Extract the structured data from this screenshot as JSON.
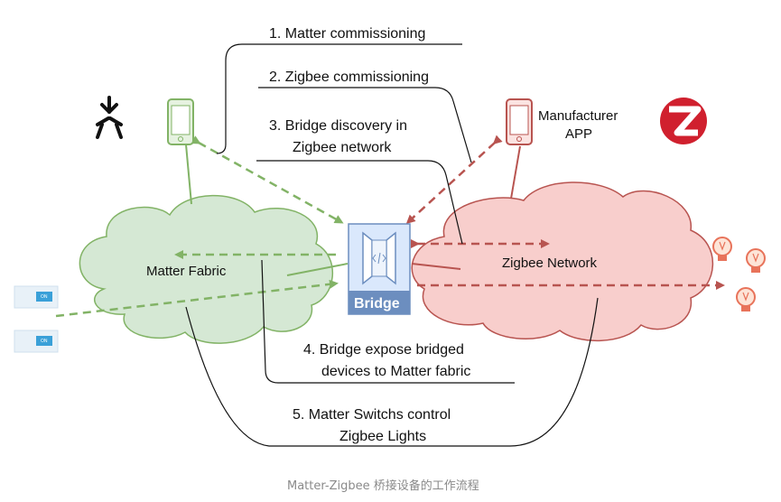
{
  "steps": {
    "s1": "1. Matter commissioning",
    "s2": "2. Zigbee commissioning",
    "s3_line1": "3. Bridge discovery in",
    "s3_line2": "Zigbee network",
    "s4_line1": "4. Bridge expose bridged",
    "s4_line2": "devices to Matter fabric",
    "s5_line1": "5. Matter Switchs control",
    "s5_line2": "Zigbee Lights"
  },
  "nodes": {
    "matter_fabric": "Matter Fabric",
    "zigbee_network": "Zigbee Network",
    "bridge": "Bridge",
    "manufacturer_line1": "Manufacturer",
    "manufacturer_line2": "APP",
    "switch_label": "ON"
  },
  "caption": "Matter-Zigbee 桥接设备的工作流程",
  "icons": [
    "matter-logo-icon",
    "zigbee-logo-icon",
    "matter-phone-icon",
    "manufacturer-phone-icon",
    "bridge-icon",
    "switch-icon",
    "light-bulb-icon"
  ],
  "colors": {
    "matter_green": "#82b366",
    "matter_fill": "#d5e8d4",
    "zigbee_red": "#b85450",
    "zigbee_fill": "#f8cecc",
    "bridge_blue": "#6c8ebf",
    "bridge_fill": "#dae8fc",
    "zigbee_logo": "#d0202e",
    "bulb": "#e8735a"
  }
}
